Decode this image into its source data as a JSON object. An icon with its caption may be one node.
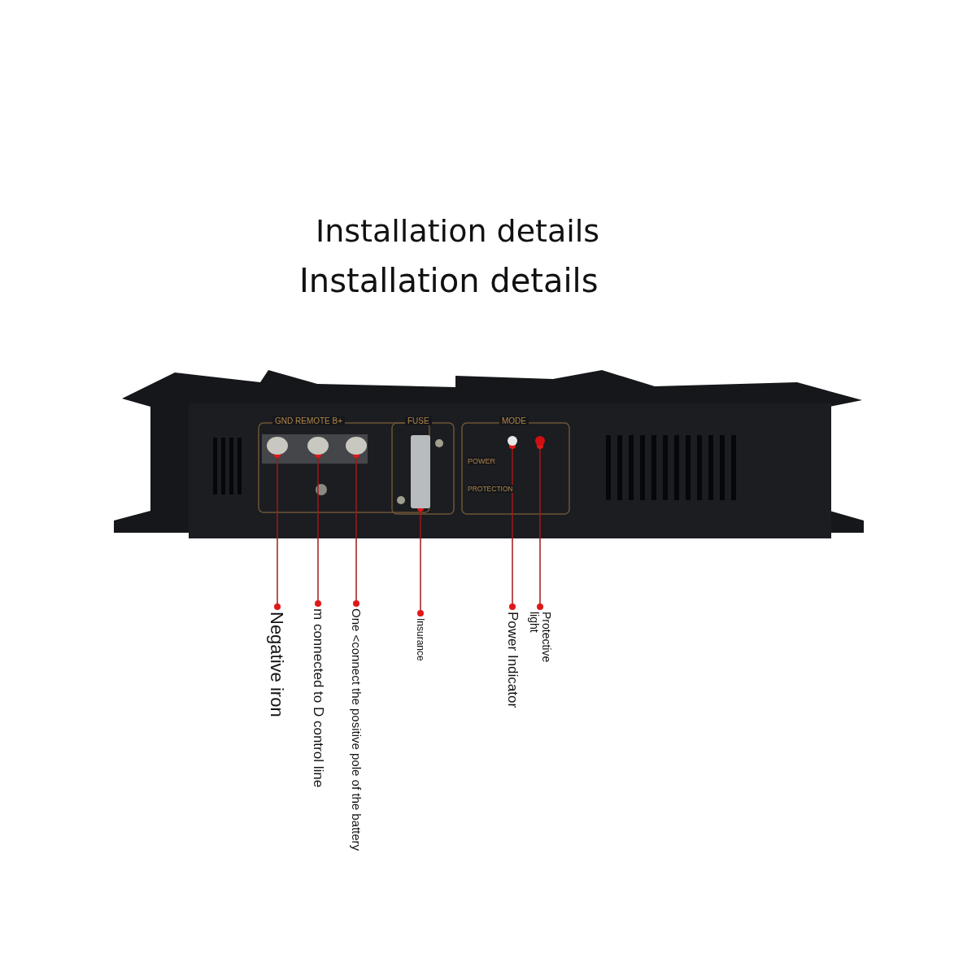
{
  "diagram": {
    "title": "Installation details",
    "nodes": [
      {
        "text": [],
        "shape": "circle"
      },
      {
        "text": [],
        "shape": "circle"
      },
      {
        "text": [],
        "shape": "circle"
      },
      {
        "text": [],
        "shape": "box"
      },
      {
        "text": [],
        "shape": "circle"
      },
      {
        "text": [],
        "shape": "circle"
      },
      {
        "text": [
          "Negative iron"
        ]
      },
      {
        "text": [
          "m connected to D control line"
        ]
      },
      {
        "text": [
          "One <connect the positive pole of the battery"
        ]
      },
      {
        "text": [
          "Insurance"
        ]
      },
      {
        "text": [
          "Power Indicator"
        ]
      },
      {
        "text": [
          "Protective light"
        ]
      }
    ],
    "edges": [
      {
        "from": 6,
        "to": 0,
        "arrow": "other"
      },
      {
        "from": 7,
        "to": 1,
        "arrow": "other"
      },
      {
        "from": 8,
        "to": 2,
        "arrow": "other"
      },
      {
        "from": 9,
        "to": 3,
        "arrow": "other"
      },
      {
        "from": 10,
        "to": 4,
        "arrow": "other"
      },
      {
        "from": 11,
        "to": 5,
        "arrow": "other"
      }
    ],
    "labels": [
      "Installation details",
      "GND REMOTE B+",
      "FUSE",
      "MODE",
      "POWER",
      "PROTECTION"
    ]
  }
}
